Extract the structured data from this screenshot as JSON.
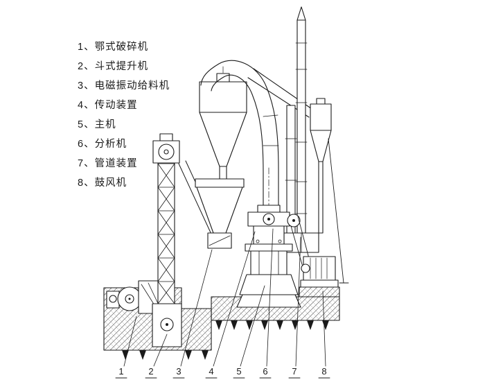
{
  "legend": {
    "items": [
      "1、鄂式破碎机",
      "2、斗式提升机",
      "3、电磁振动给料机",
      "4、传动装置",
      "5、主机",
      "6、分析机",
      "7、管道装置",
      "8、鼓风机"
    ]
  },
  "figure": {
    "parts": [
      "1",
      "2",
      "3",
      "4",
      "5",
      "6",
      "7",
      "8"
    ]
  },
  "colors": {
    "line": "#1a1a1a",
    "background": "#ffffff"
  }
}
